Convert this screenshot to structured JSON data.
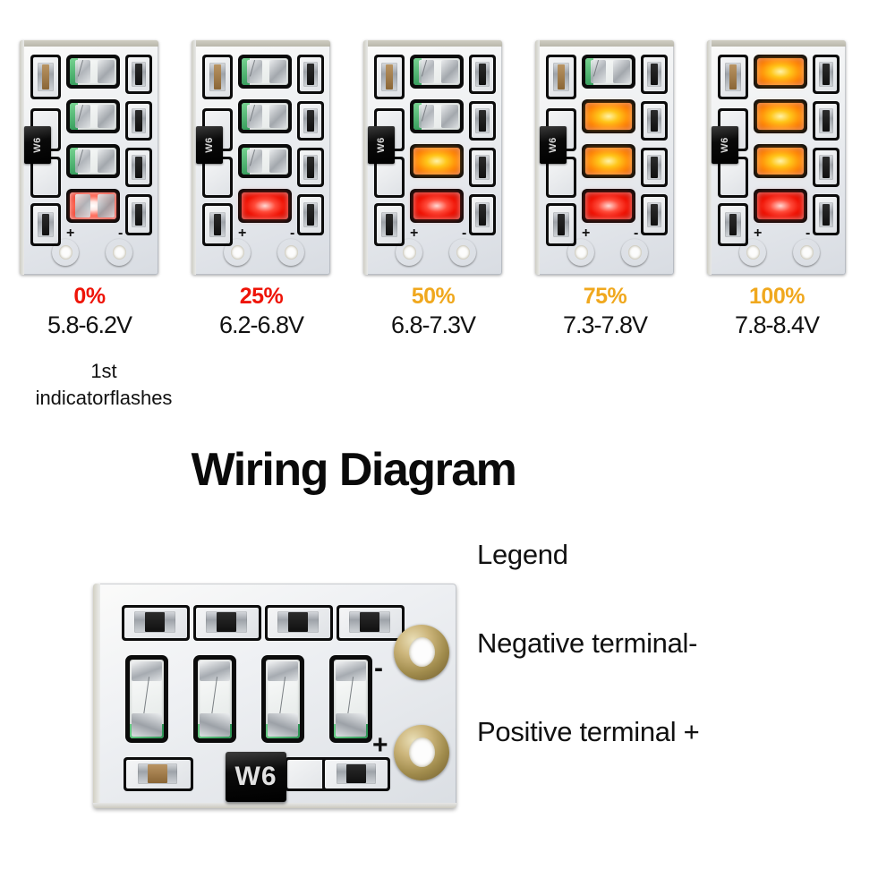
{
  "boards": [
    {
      "percent": "0%",
      "percent_color": "#ee1408",
      "voltage": "5.8-6.2V",
      "leds": [
        "off",
        "off",
        "off",
        "red-dim"
      ],
      "plus": "+",
      "minus": "-",
      "diode_marking": "W6"
    },
    {
      "percent": "25%",
      "percent_color": "#ee1408",
      "voltage": "6.2-6.8V",
      "leds": [
        "off",
        "off",
        "off",
        "red"
      ],
      "plus": "+",
      "minus": "-",
      "diode_marking": "W6"
    },
    {
      "percent": "50%",
      "percent_color": "#f0a81e",
      "voltage": "6.8-7.3V",
      "leds": [
        "off",
        "off",
        "orange",
        "red"
      ],
      "plus": "+",
      "minus": "-",
      "diode_marking": "W6"
    },
    {
      "percent": "75%",
      "percent_color": "#f0a81e",
      "voltage": "7.3-7.8V",
      "leds": [
        "off",
        "orange",
        "orange",
        "red"
      ],
      "plus": "+",
      "minus": "-",
      "diode_marking": "W6"
    },
    {
      "percent": "100%",
      "percent_color": "#f0a81e",
      "voltage": "7.8-8.4V",
      "leds": [
        "orange",
        "orange",
        "orange",
        "red"
      ],
      "plus": "+",
      "minus": "-",
      "diode_marking": "W6"
    }
  ],
  "flash_note": {
    "line1": "1st",
    "line2": "indicatorflashes"
  },
  "wiring": {
    "title": "Wiring Diagram",
    "board": {
      "diode_marking": "W6",
      "plus": "+",
      "minus": "-"
    }
  },
  "legend": {
    "heading": "Legend",
    "negative": "Negative terminal-",
    "positive": "Positive terminal +"
  }
}
